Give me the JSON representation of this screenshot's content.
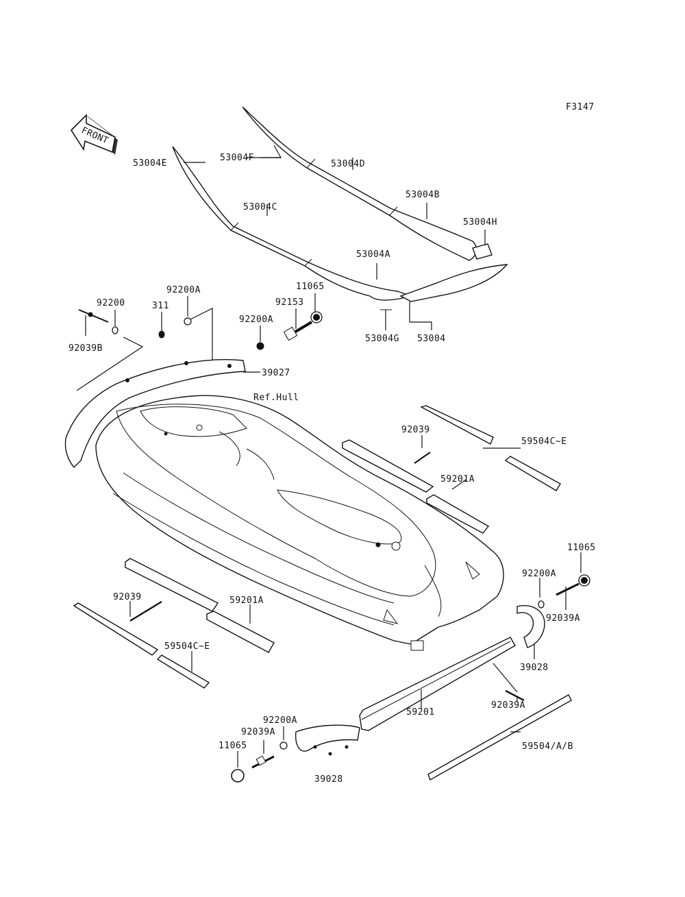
{
  "figure_code": "F3147",
  "front_arrow_text": "FRONT",
  "ref_hull": "Ref.Hull",
  "labels": {
    "p53004F": "53004F",
    "p53004D": "53004D",
    "p53004E": "53004E",
    "p53004C": "53004C",
    "p53004B": "53004B",
    "p53004H": "53004H",
    "p53004A": "53004A",
    "p53004G": "53004G",
    "p53004": "53004",
    "p11065_top": "11065",
    "p92153": "92153",
    "p92200A_top": "92200A",
    "p92200A_mid": "92200A",
    "p92200": "92200",
    "p311": "311",
    "p92039B": "92039B",
    "p39027": "39027",
    "p92039_right": "92039",
    "p59504CE_right": "59504C~E",
    "p59201A_right": "59201A",
    "p11065_right": "11065",
    "p92200A_right": "92200A",
    "p92039A_right": "92039A",
    "p39028_right": "39028",
    "p92039_left": "92039",
    "p59201A_left": "59201A",
    "p59504CE_left": "59504C~E",
    "p92039A_bottom": "92039A",
    "p59201": "59201",
    "p59504AB": "59504/A/B",
    "p92200A_bottom": "92200A",
    "p92039A_left": "92039A",
    "p11065_bottom": "11065",
    "p39028_bottom": "39028"
  }
}
